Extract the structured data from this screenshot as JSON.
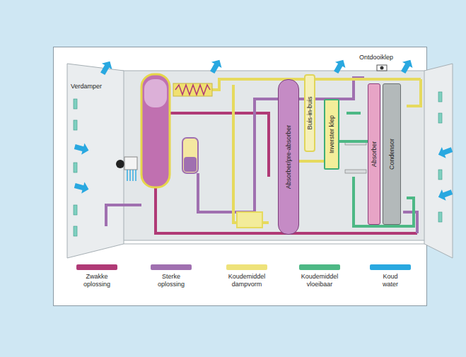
{
  "diagram": {
    "nodes": [
      {
        "text": [
          "Absorber/pre-absorber"
        ]
      },
      {
        "text": [
          "Buis-in-buis"
        ]
      },
      {
        "text": [
          "Inverster klep"
        ]
      },
      {
        "text": [
          "Absorber"
        ]
      },
      {
        "text": [
          "Condensor"
        ]
      }
    ],
    "edges": [
      {
        "from": 0,
        "to": 2,
        "arrow": "none"
      },
      {
        "from": 2,
        "to": 3,
        "arrow": "none"
      }
    ],
    "labels": [
      "Verdamper",
      "Ontdooiklep"
    ],
    "legend": [
      {
        "text": "Zwakke oplossing",
        "color": "#b03a76"
      },
      {
        "text": "Sterke oplossing",
        "color": "#a070b0"
      },
      {
        "text": "Koudemiddel dampvorm",
        "color": "#eee27a"
      },
      {
        "text": "Koudemiddel vloeibaar",
        "color": "#4db885"
      },
      {
        "text": "Koud water",
        "color": "#29a8e0"
      }
    ]
  }
}
